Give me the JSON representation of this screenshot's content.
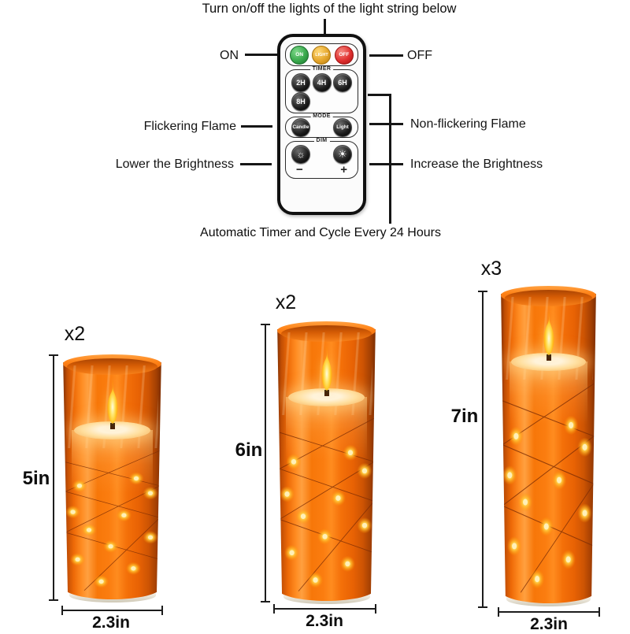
{
  "title": "Turn on/off the lights of the light string below",
  "footer_note": "Automatic Timer and Cycle Every 24 Hours",
  "remote": {
    "power_buttons": [
      {
        "label": "ON",
        "color": "#3aa94d"
      },
      {
        "label": "LIGHT",
        "color": "#e5a62c"
      },
      {
        "label": "OFF",
        "color": "#e03030"
      }
    ],
    "timer": {
      "label": "TIMER",
      "buttons": [
        "2H",
        "4H",
        "6H",
        "8H"
      ]
    },
    "mode": {
      "label": "MODE",
      "buttons": [
        "Candle",
        "Light"
      ]
    },
    "dim": {
      "label": "DIM",
      "sun_dim_icon": "☼",
      "sun_bright_icon": "☀",
      "minus": "−",
      "plus": "+"
    }
  },
  "callouts": {
    "on": "ON",
    "off": "OFF",
    "flickering": "Flickering Flame",
    "non_flickering": "Non-flickering Flame",
    "lower": "Lower the Brightness",
    "increase": "Increase the Brightness"
  },
  "candles": [
    {
      "count": "x2",
      "height": "5in",
      "width": "2.3in"
    },
    {
      "count": "x2",
      "height": "6in",
      "width": "2.3in"
    },
    {
      "count": "x3",
      "height": "7in",
      "width": "2.3in"
    }
  ],
  "colors": {
    "glass_orange": "#f4740c",
    "glass_edge_dark": "#7c2e02",
    "flame_yellow": "#ffd23e",
    "wax_cream": "#fff3da",
    "led_glow": "#ffc93e",
    "on_green": "#3aa94d",
    "light_amber": "#e5a62c",
    "off_red": "#e03030"
  }
}
